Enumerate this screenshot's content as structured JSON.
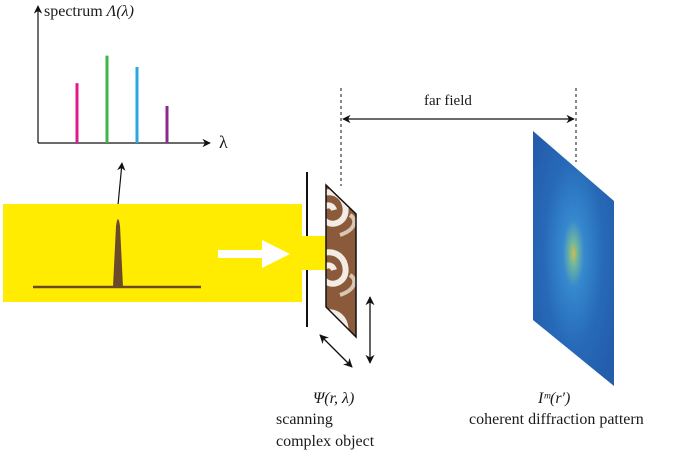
{
  "spectrum": {
    "axis_label_text": "spectrum",
    "axis_label_symbol": "Λ(λ)",
    "x_axis_label": "λ",
    "line_colors": [
      "#e0188c",
      "#3cb64a",
      "#2aa7df",
      "#8c2a8c"
    ],
    "relative_heights": [
      0.63,
      0.92,
      0.8,
      0.39
    ]
  },
  "far_field": {
    "label": "far field"
  },
  "object": {
    "symbol": "Ψ(r, λ)",
    "caption_line1": "scanning",
    "caption_line2": "complex object"
  },
  "detector": {
    "symbol": "Iᵐ(r′)",
    "caption": "coherent diffraction pattern"
  },
  "colors": {
    "beam": "#ffec00",
    "pulse": "#6b4a2a",
    "object_fill": "#8a5a3a",
    "pattern_fill": "#2f7fc8"
  }
}
